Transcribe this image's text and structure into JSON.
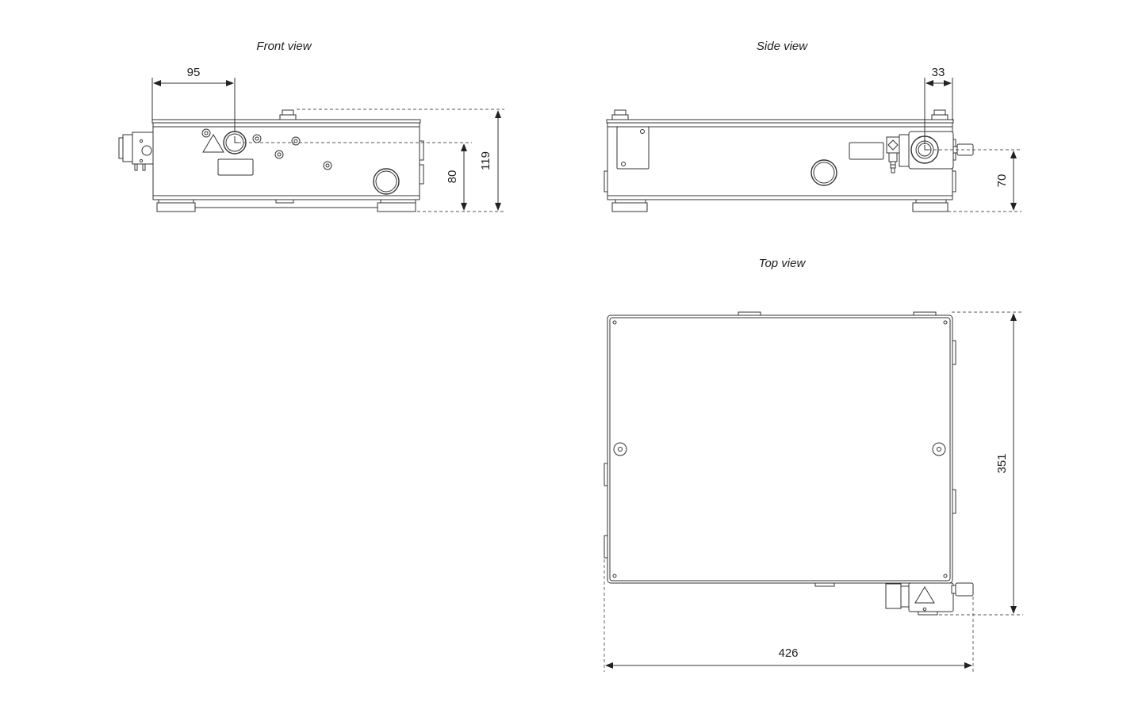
{
  "views": {
    "front": {
      "title": "Front view"
    },
    "side": {
      "title": "Side view"
    },
    "top": {
      "title": "Top view"
    }
  },
  "dimensions": {
    "front_offset": "95",
    "front_height": "119",
    "front_axis_height": "80",
    "side_offset": "33",
    "side_axis_height": "70",
    "top_depth": "351",
    "top_width": "426"
  }
}
